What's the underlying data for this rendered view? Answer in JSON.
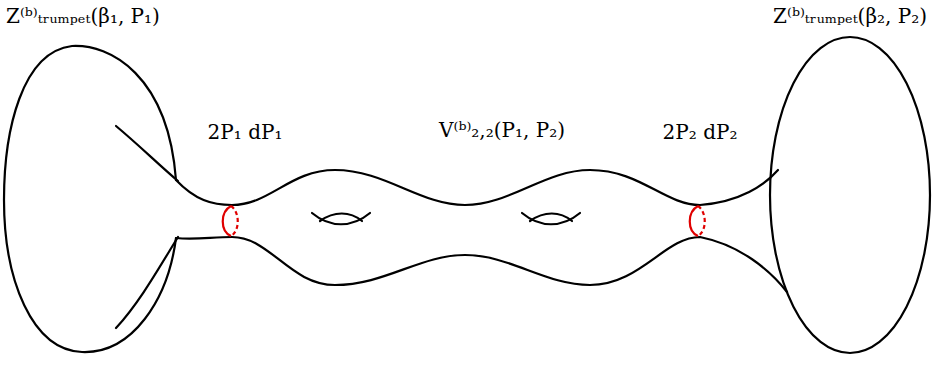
{
  "diagram": {
    "labels": [
      "Z⁽ᵇ⁾ₜᵣᵤₘₚₑₜ(β₁, P₁)",
      "Z⁽ᵇ⁾ₜᵣᵤₘₚₑₜ(β₂, P₂)",
      "V⁽ᵇ⁾₂,₂(P₁, P₂)",
      "2P₁ dP₁",
      "2P₂ dP₂"
    ]
  }
}
